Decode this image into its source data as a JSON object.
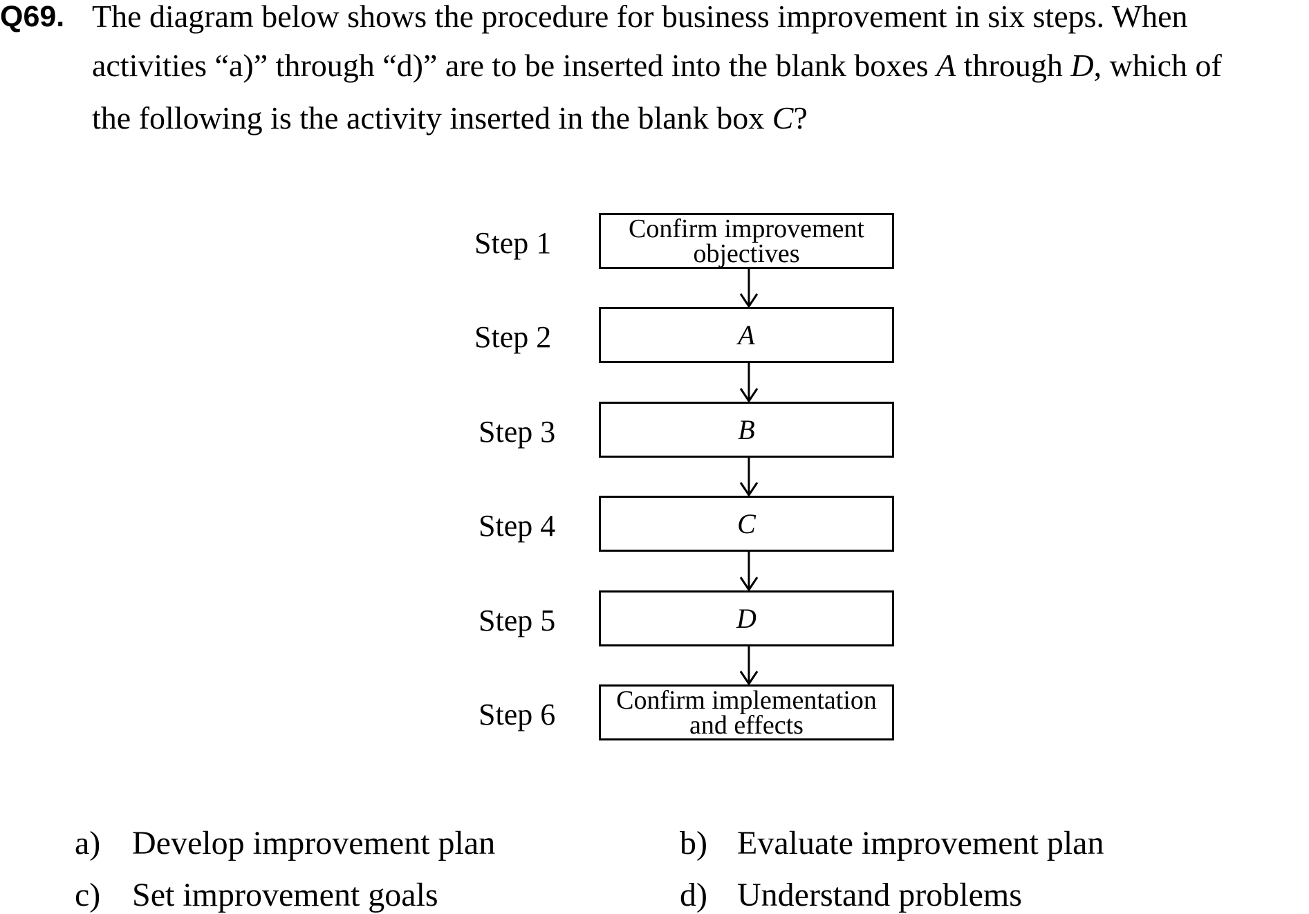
{
  "question": {
    "number": "Q69.",
    "line1_a": "The diagram below shows the procedure for business improvement in six steps.      When",
    "line2_a": "activities “a)” through “d)” are to be inserted into the blank boxes ",
    "line2_var1": "A",
    "line2_b": " through ",
    "line2_var2": "D",
    "line2_c": ", which of",
    "line3_a": "the following is the activity inserted in the blank box ",
    "line3_var": "C",
    "line3_b": "?"
  },
  "diagram": {
    "steps": [
      {
        "label": "Step 1",
        "box_line1": "Confirm improvement",
        "box_line2": "objectives"
      },
      {
        "label": "Step 2",
        "box": "A"
      },
      {
        "label": "Step 3",
        "box": "B"
      },
      {
        "label": "Step 4",
        "box": "C"
      },
      {
        "label": "Step 5",
        "box": "D"
      },
      {
        "label": "Step 6",
        "box_line1": "Confirm implementation",
        "box_line2": "and effects"
      }
    ]
  },
  "choices": [
    {
      "letter": "a)",
      "text": "Develop improvement plan"
    },
    {
      "letter": "b)",
      "text": "Evaluate improvement plan"
    },
    {
      "letter": "c)",
      "text": "Set improvement goals"
    },
    {
      "letter": "d)",
      "text": "Understand problems"
    }
  ]
}
